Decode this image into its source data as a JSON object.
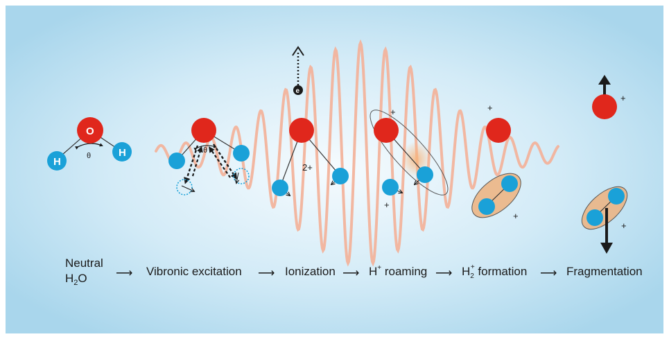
{
  "colors": {
    "background_center": "#f6fbfe",
    "background_edge": "#a9d6ec",
    "oxygen": "#e0271c",
    "hydrogen": "#1aa1d8",
    "laser_wave": "#f2b39c",
    "ellipse_fill": "#edb27e",
    "ink": "#1a1a1a"
  },
  "molecule": {
    "oxygen_label": "O",
    "hydrogen_label": "H",
    "angle_label": "θ"
  },
  "annotations": {
    "electron": "e",
    "dication_charge": "2+",
    "plus": "+"
  },
  "steps": [
    {
      "line1": "Neutral",
      "line2_main": "H",
      "line2_sub": "2",
      "line2_tail": "O"
    },
    {
      "text": "Vibronic excitation"
    },
    {
      "text": "Ionization"
    },
    {
      "main": "H",
      "sup": "+",
      "tail": " roaming"
    },
    {
      "main": "H",
      "sub": "2",
      "sup": "+",
      "tail": " formation"
    },
    {
      "text": "Fragmentation"
    }
  ],
  "arrow_glyph": "⟶"
}
